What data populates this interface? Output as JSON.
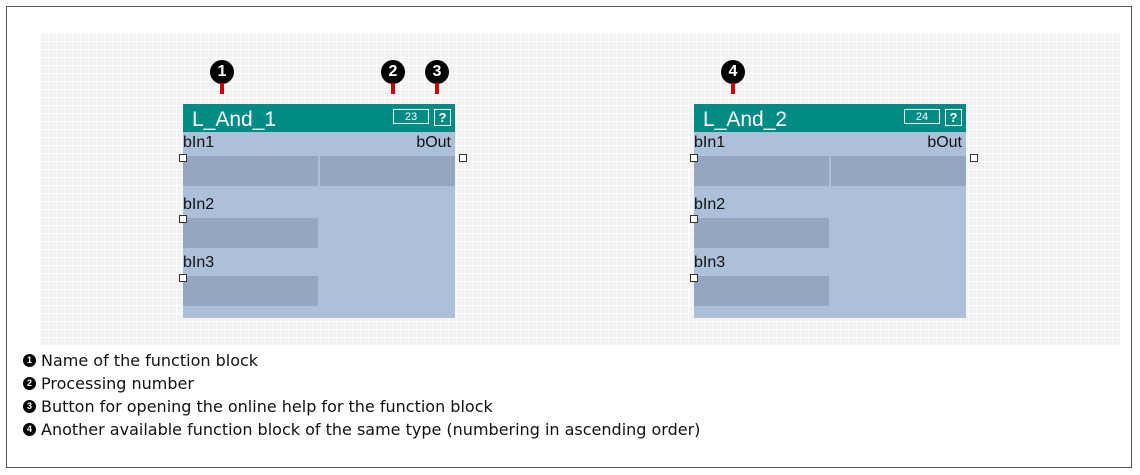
{
  "markers": [
    "1",
    "2",
    "3",
    "4"
  ],
  "blocks": [
    {
      "name": "L_And_1",
      "number": "23",
      "help": "?",
      "inputs": [
        "bIn1",
        "bIn2",
        "bIn3"
      ],
      "output": "bOut"
    },
    {
      "name": "L_And_2",
      "number": "24",
      "help": "?",
      "inputs": [
        "bIn1",
        "bIn2",
        "bIn3"
      ],
      "output": "bOut"
    }
  ],
  "legend": [
    {
      "num": "1",
      "text": "Name of the function block"
    },
    {
      "num": "2",
      "text": "Processing number"
    },
    {
      "num": "3",
      "text": "Button for opening the online help for the function block"
    },
    {
      "num": "4",
      "text": "Another available function block of the same type (numbering in ascending order)"
    }
  ],
  "colors": {
    "header": "#008c85",
    "body": "#adc0da",
    "field": "#95a6c0",
    "marker_stem": "#cc0000"
  }
}
